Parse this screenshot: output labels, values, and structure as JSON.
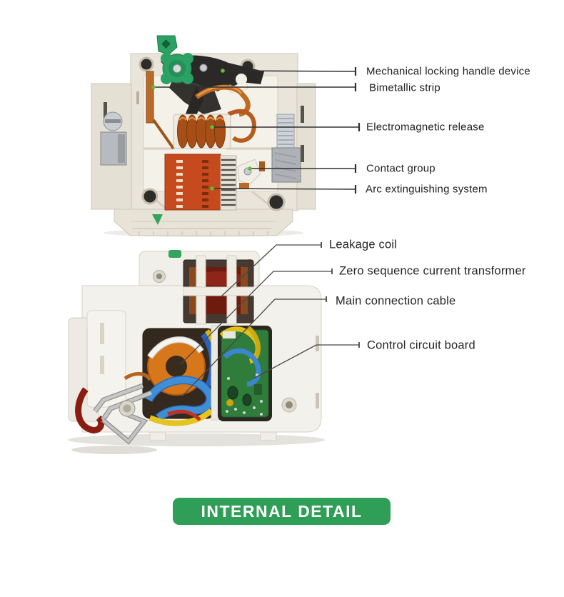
{
  "top_view": {
    "description": "Front cutaway of miniature circuit breaker",
    "labels": [
      "Mechanical locking handle device",
      "Bimetallic strip",
      "Electromagnetic release",
      "Contact group",
      "Arc extinguishing system"
    ]
  },
  "bottom_view": {
    "description": "Side cutaway of residual-current breaker internals",
    "labels": [
      "Leakage coil",
      "Zero sequence current transformer",
      "Main connection cable",
      "Control circuit board"
    ]
  },
  "footer": {
    "button_label": "INTERNAL DETAIL"
  },
  "colors": {
    "button_green": "#2f9e57",
    "handle_green": "#2ba164",
    "leader_dot_green": "#62bd35",
    "arc_chute_orange": "#c64a1e",
    "coil_copper": "#a64e16",
    "leakage_coil_maroon": "#6f1a0e",
    "toroid_orange": "#d8761a",
    "pcb_green": "#2f7c3b",
    "housing_cream": "#e9e5da",
    "housing_white": "#f3f1eb"
  }
}
